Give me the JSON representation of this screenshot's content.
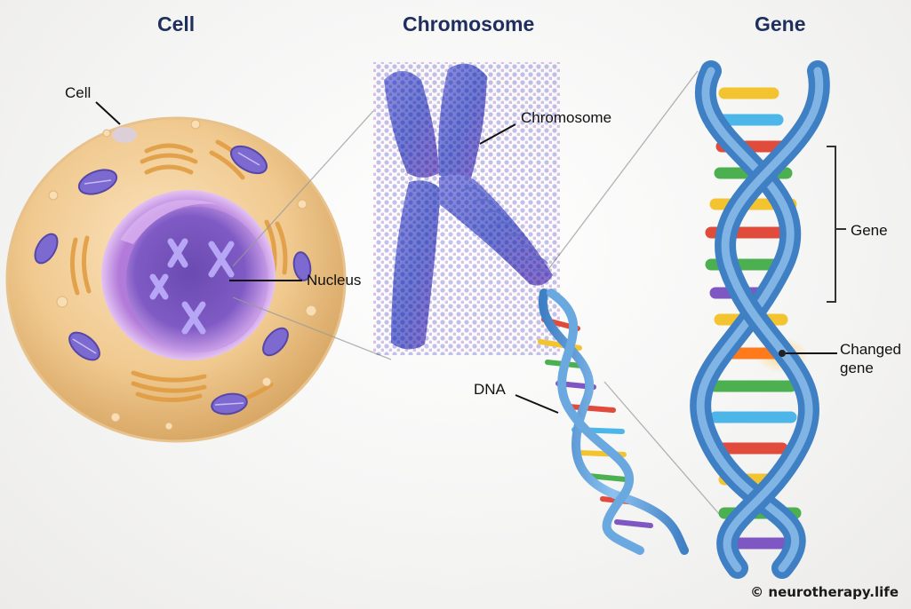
{
  "headings": {
    "cell": "Cell",
    "chromosome": "Chromosome",
    "gene": "Gene"
  },
  "labels": {
    "cell": "Cell",
    "nucleus": "Nucleus",
    "chromosome": "Chromosome",
    "dna": "DNA",
    "gene": "Gene",
    "changed_gene_line1": "Changed",
    "changed_gene_line2": "gene"
  },
  "credit": "© neurotherapy.life",
  "colors": {
    "heading": "#1e2f5e",
    "cytoplasm": "#f0c98f",
    "nucleus": "#8a5cc6",
    "chromosome": "#6f7fd6",
    "dna_backbone": "#5b9bd8",
    "highlight": "#ff9a2e"
  }
}
